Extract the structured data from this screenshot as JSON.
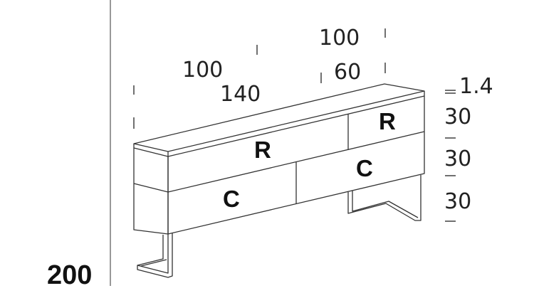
{
  "model_number": "200",
  "dimensions": {
    "top_width": "100",
    "right_width": "100",
    "right_depth": "60",
    "front_width": "140",
    "top_thickness": "1.4",
    "row_height_1": "30",
    "row_height_2": "30",
    "row_height_3": "30"
  },
  "modules": {
    "top_left": "R",
    "top_right": "R",
    "bottom_left": "C",
    "bottom_right": "C"
  }
}
